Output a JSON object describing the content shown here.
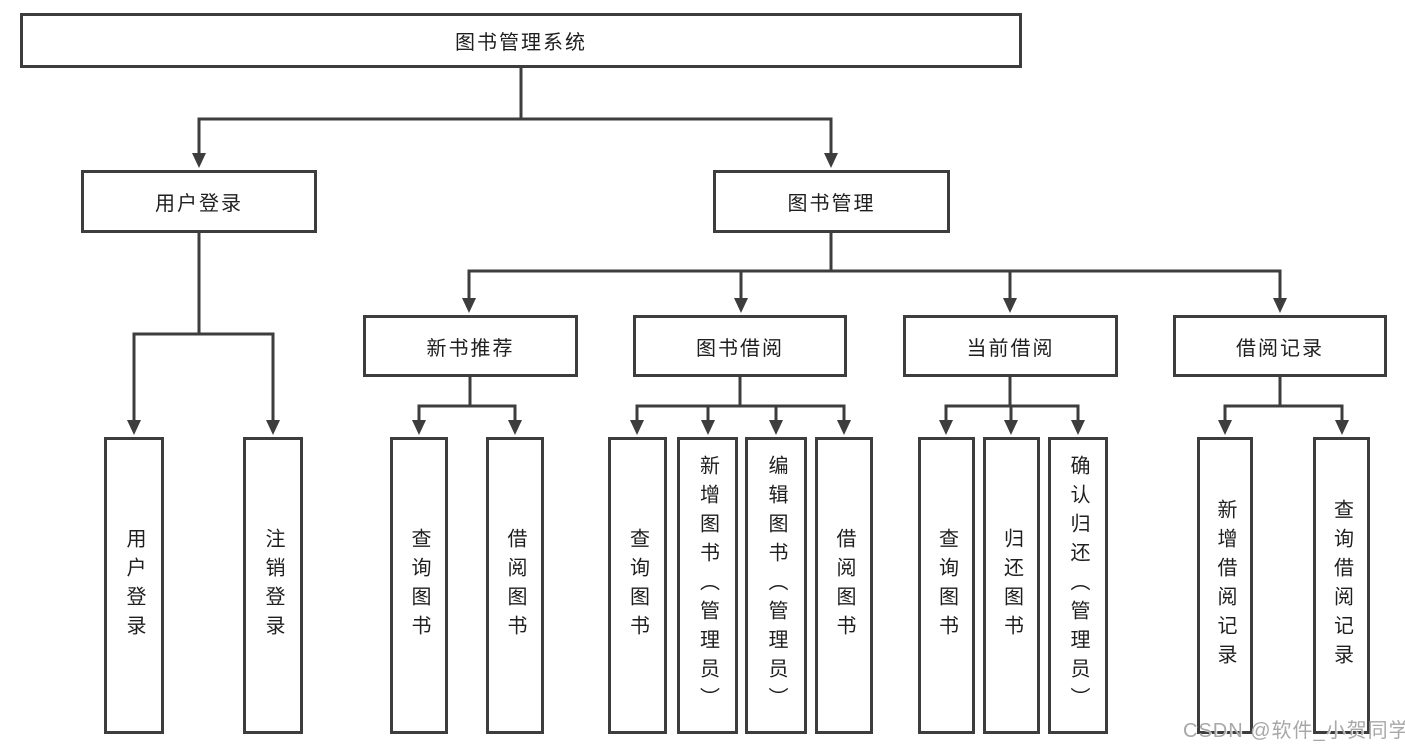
{
  "diagram_title": "图书管理系统",
  "watermark": "CSDN @软件_小贺同学",
  "colors": {
    "line": "#3d3d3d",
    "box_border": "#3d3d3d",
    "box_background": "#ffffff",
    "text": "#1f1f1f",
    "watermark": "#a8a8a8",
    "background": "#ffffff"
  },
  "nodes": {
    "root": {
      "label": "图书管理系统"
    },
    "level2": [
      {
        "label": "用户登录",
        "parent": "图书管理系统"
      },
      {
        "label": "图书管理",
        "parent": "图书管理系统"
      }
    ],
    "level3": [
      {
        "label": "新书推荐",
        "parent": "图书管理"
      },
      {
        "label": "图书借阅",
        "parent": "图书管理"
      },
      {
        "label": "当前借阅",
        "parent": "图书管理"
      },
      {
        "label": "借阅记录",
        "parent": "图书管理"
      }
    ],
    "leaves": [
      {
        "label": "用户登录",
        "parent": "用户登录"
      },
      {
        "label": "注销登录",
        "parent": "用户登录"
      },
      {
        "label": "查询图书",
        "parent": "新书推荐"
      },
      {
        "label": "借阅图书",
        "parent": "新书推荐"
      },
      {
        "label": "查询图书",
        "parent": "图书借阅"
      },
      {
        "label": "新增图书（管理员）",
        "parent": "图书借阅"
      },
      {
        "label": "编辑图书（管理员）",
        "parent": "图书借阅"
      },
      {
        "label": "借阅图书",
        "parent": "图书借阅"
      },
      {
        "label": "查询图书",
        "parent": "当前借阅"
      },
      {
        "label": "归还图书",
        "parent": "当前借阅"
      },
      {
        "label": "确认归还（管理员）",
        "parent": "当前借阅"
      },
      {
        "label": "新增借阅记录",
        "parent": "借阅记录"
      },
      {
        "label": "查询借阅记录",
        "parent": "借阅记录"
      }
    ]
  }
}
